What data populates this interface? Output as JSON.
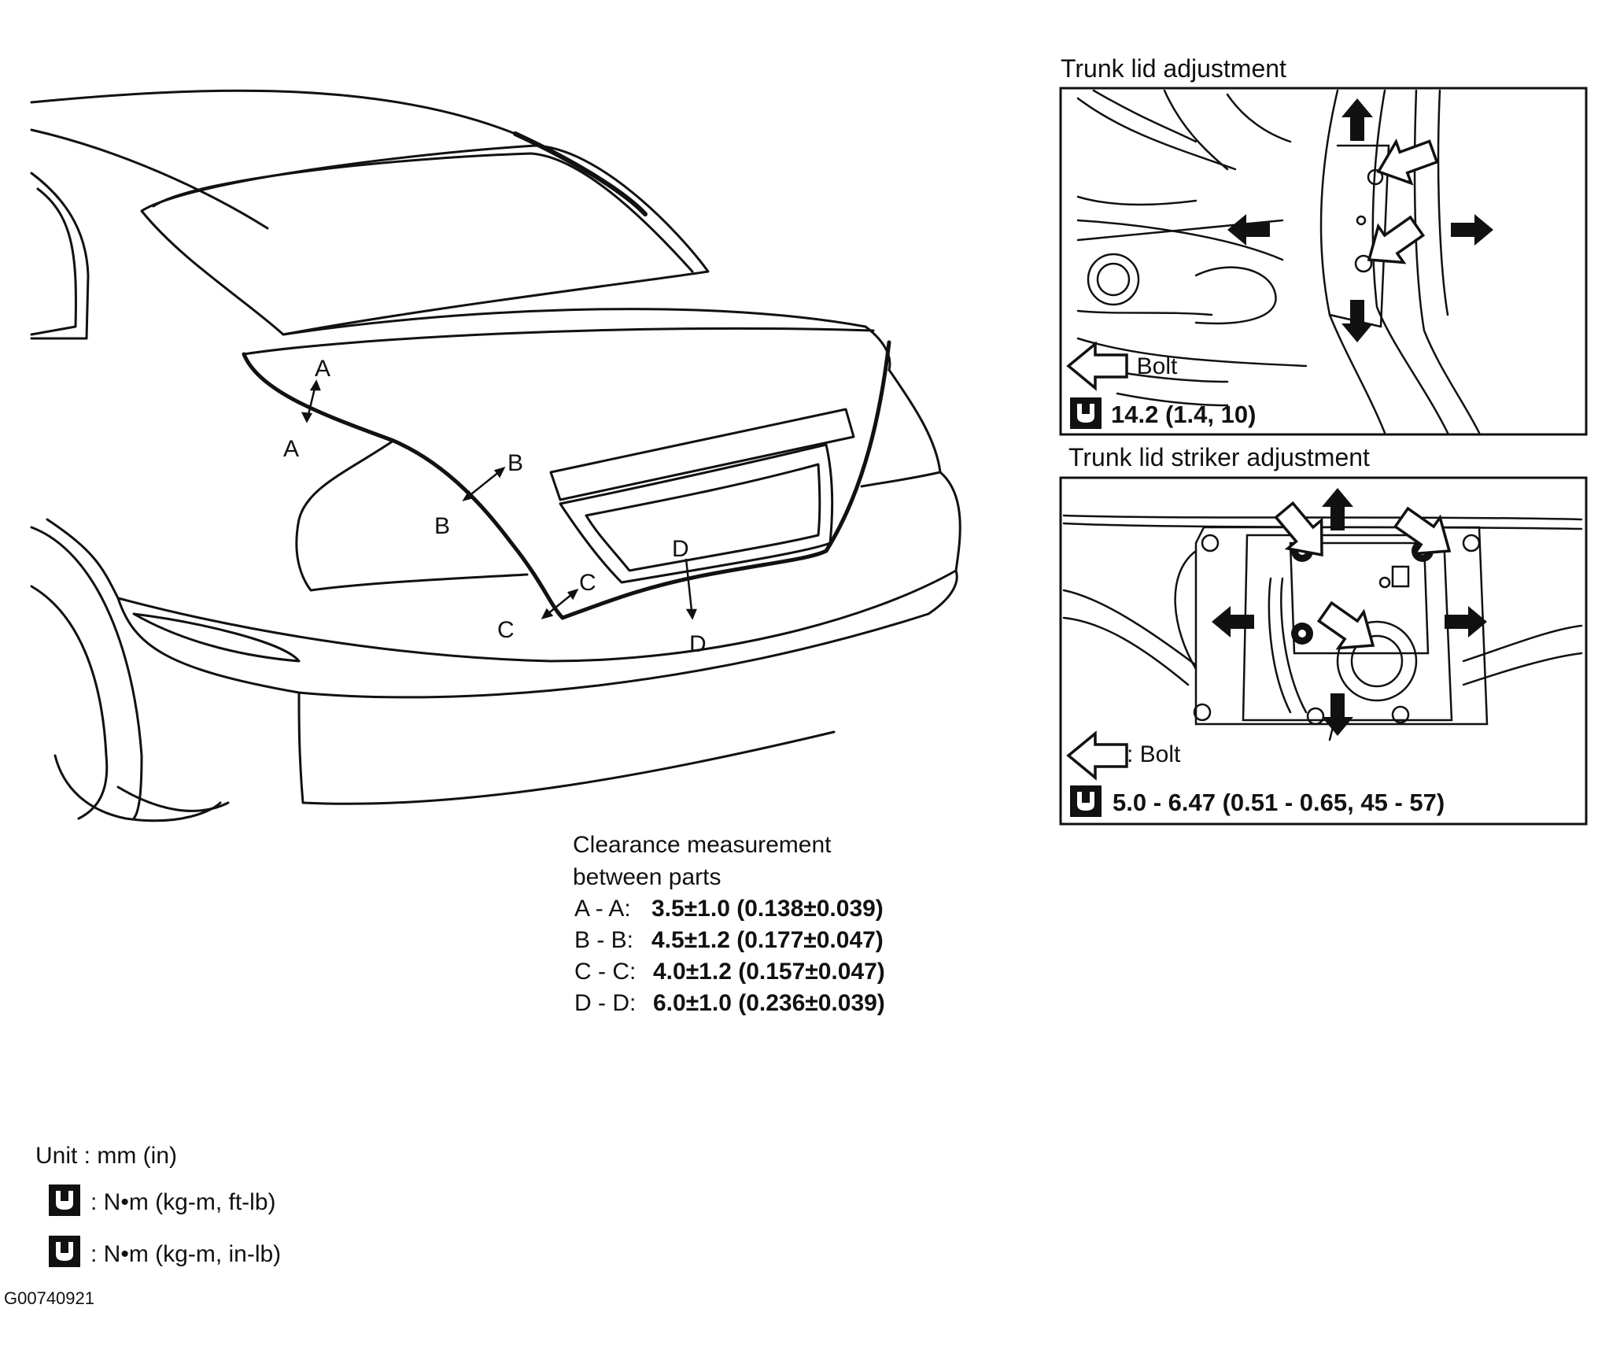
{
  "panels": {
    "trunk_lid": {
      "title": "Trunk lid adjustment",
      "bolt_label": ": Bolt",
      "torque_icon": "wrench-ft-lb-icon",
      "torque": "14.2 (1.4, 10)"
    },
    "striker": {
      "title": "Trunk lid striker adjustment",
      "bolt_label": ": Bolt",
      "torque_icon": "wrench-in-lb-icon",
      "torque": "5.0 - 6.47 (0.51 - 0.65, 45 - 57)"
    }
  },
  "car": {
    "gap_labels": [
      "A",
      "A",
      "B",
      "B",
      "C",
      "C",
      "D",
      "D"
    ]
  },
  "clearance": {
    "caption_line1": "Clearance measurement",
    "caption_line2": "between parts",
    "rows": [
      {
        "pair": "A - A:",
        "value": "3.5±1.0 (0.138±0.039)"
      },
      {
        "pair": "B - B:",
        "value": "4.5±1.2 (0.177±0.047)"
      },
      {
        "pair": "C - C:",
        "value": "4.0±1.2 (0.157±0.047)"
      },
      {
        "pair": "D - D:",
        "value": "6.0±1.0 (0.236±0.039)"
      }
    ]
  },
  "legend": {
    "unit": "Unit : mm (in)",
    "ft_lb": ": N•m (kg-m, ft-lb)",
    "in_lb": ": N•m (kg-m, in-lb)"
  },
  "figure_code": "G00740921"
}
